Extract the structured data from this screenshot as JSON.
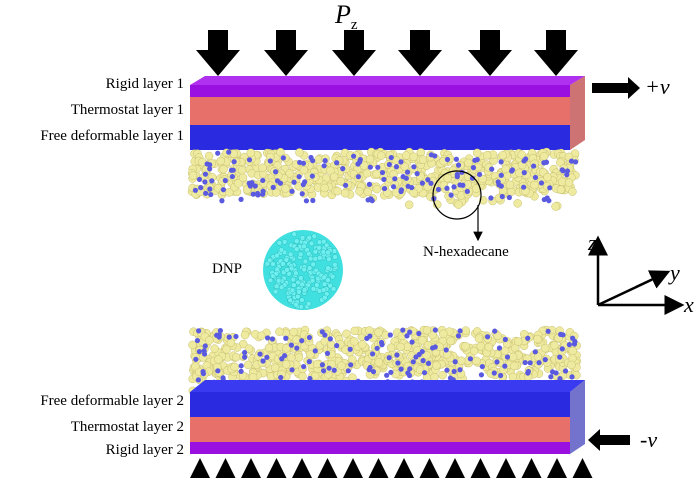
{
  "title": {
    "main": "P",
    "sub": "z"
  },
  "top_layers": [
    "Rigid layer 1",
    "Thermostat layer 1",
    "Free deformable layer 1"
  ],
  "bottom_layers": [
    "Free deformable layer 2",
    "Thermostat layer 2",
    "Rigid layer 2"
  ],
  "velocity_top": "+v",
  "velocity_bottom": "-v",
  "fluid_label": "N-hexadecane",
  "particle_label": "DNP",
  "axes": {
    "z": "z",
    "y": "y",
    "x": "x"
  },
  "colors": {
    "rigid": "#9a10e0",
    "thermostat": "#e8706a",
    "free": "#2a2ae0",
    "fluid": "#eeeaa0",
    "fluid_dot": "#5a5ae0",
    "dnp": "#40e0e0"
  }
}
